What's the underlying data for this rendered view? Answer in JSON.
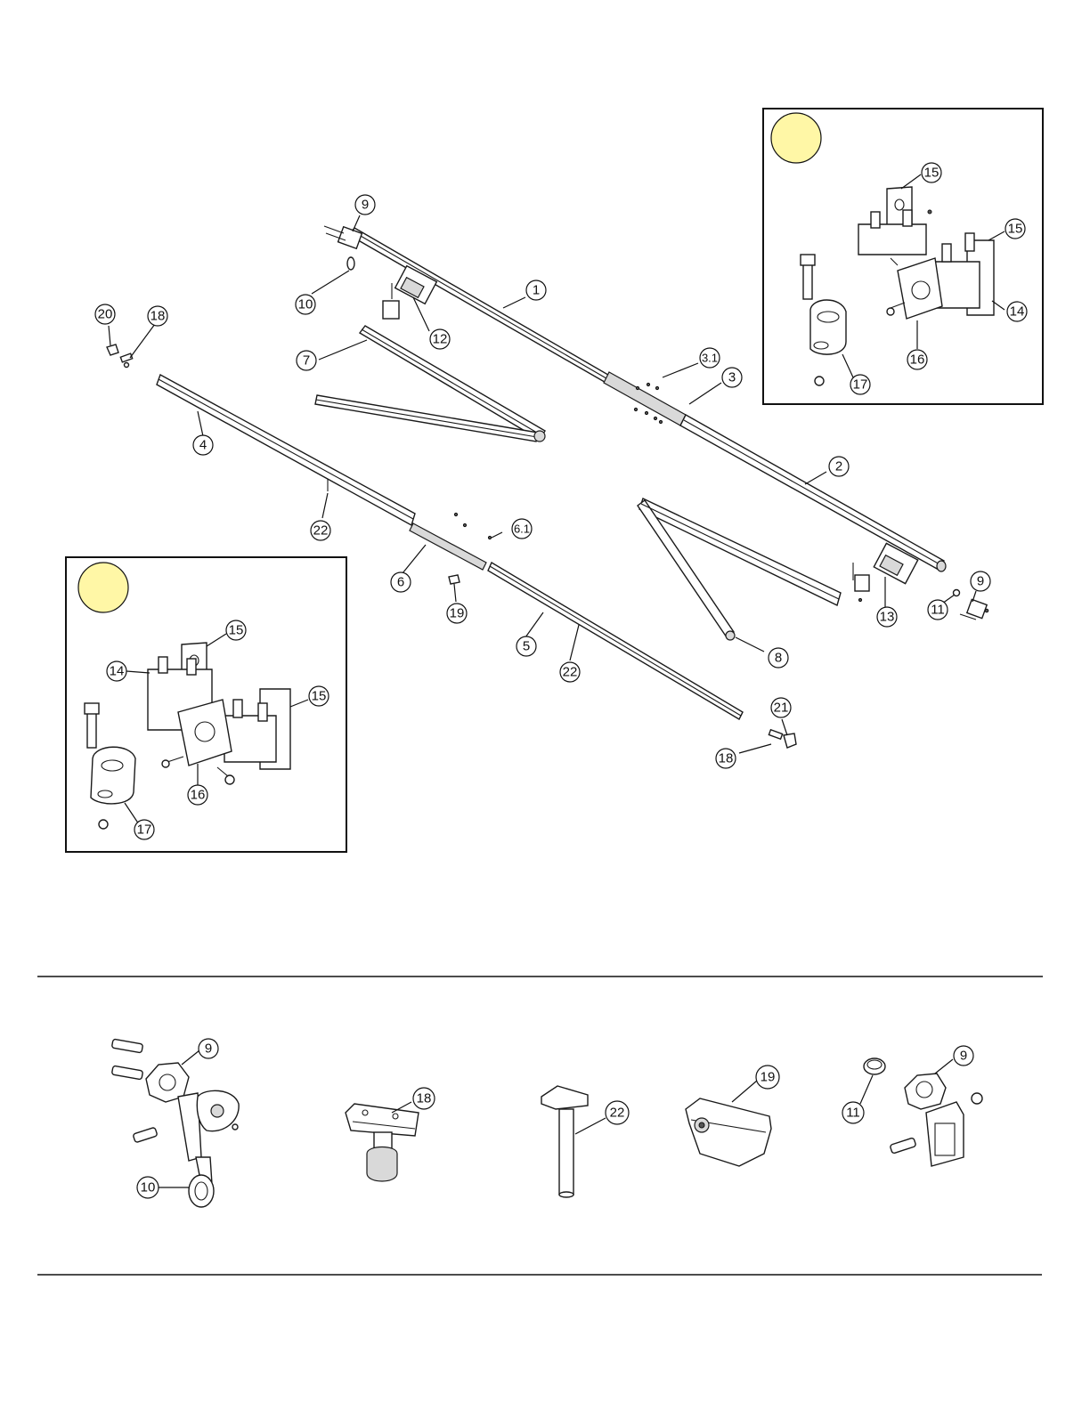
{
  "callouts": {
    "c1": "1",
    "c2": "2",
    "c3": "3",
    "c31": "3.1",
    "c4": "4",
    "c5": "5",
    "c6": "6",
    "c61": "6.1",
    "c7": "7",
    "c8": "8",
    "c9a": "9",
    "c9b": "9",
    "c10": "10",
    "c11": "11",
    "c12": "12",
    "c13": "13",
    "c18a": "18",
    "c18b": "18",
    "c19": "19",
    "c20": "20",
    "c21": "21",
    "c22a": "22",
    "c22b": "22"
  },
  "inset_right": {
    "c15a": "15",
    "c15b": "15",
    "c14": "14",
    "c16": "16",
    "c17": "17"
  },
  "inset_left": {
    "c15a": "15",
    "c14": "14",
    "c15b": "15",
    "c16": "16",
    "c17": "17"
  },
  "detail_row": {
    "d9a": "9",
    "d10": "10",
    "d18": "18",
    "d22": "22",
    "d19": "19",
    "d11": "11",
    "d9b": "9"
  },
  "colors": {
    "inset_marker": "#fff7a6"
  }
}
